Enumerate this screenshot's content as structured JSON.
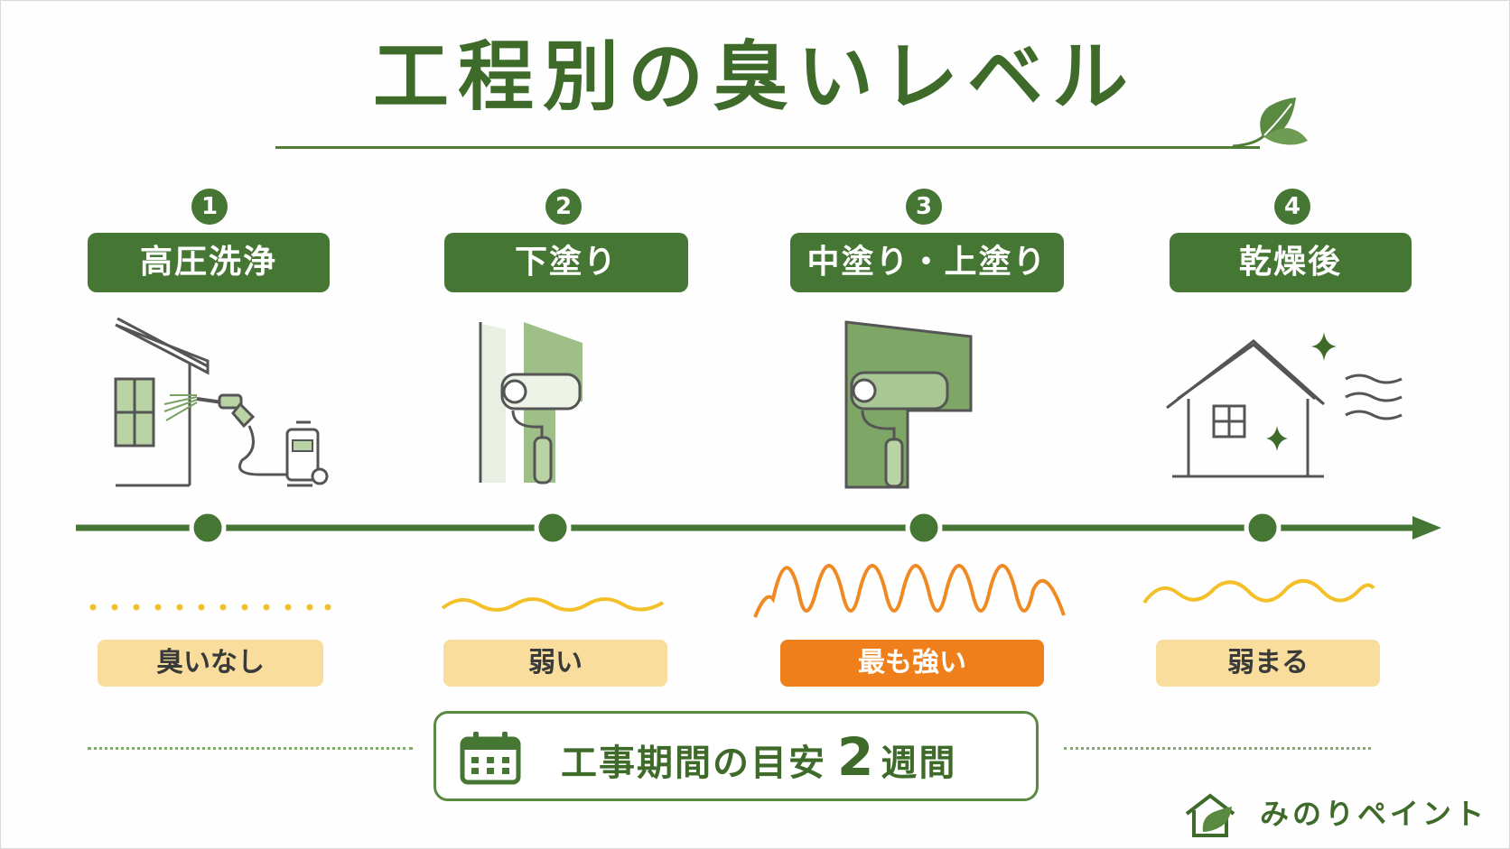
{
  "title": "工程別の臭いレベル",
  "steps": [
    {
      "number": "1",
      "label": "高圧洗浄",
      "level": "臭いなし"
    },
    {
      "number": "2",
      "label": "下塗り",
      "level": "弱い"
    },
    {
      "number": "3",
      "label": "中塗り・上塗り",
      "level": "最も強い"
    },
    {
      "number": "4",
      "label": "乾燥後",
      "level": "弱まる"
    }
  ],
  "duration": {
    "label": "工事期間の目安",
    "value": "2",
    "unit": "週間"
  },
  "brand": "みのりペイント",
  "colors": {
    "green": "#467634",
    "light_green": "#b9d3a5",
    "level_bg": "#f8dd9c",
    "strong": "#ef7f1a",
    "wave_yellow": "#f3c02a",
    "wave_orange": "#ef8a22"
  },
  "icons": [
    "leaf-icon",
    "pressure-washer-icon",
    "paint-roller-icon",
    "house-icon",
    "sparkle-icon",
    "calendar-icon",
    "brand-house-leaf-icon"
  ]
}
